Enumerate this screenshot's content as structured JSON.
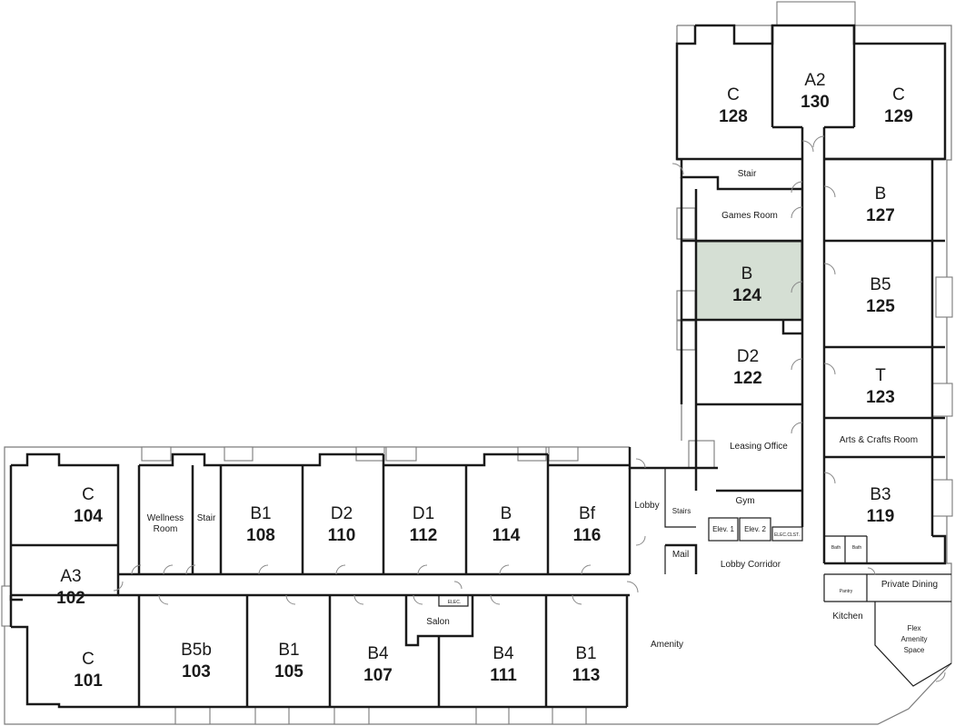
{
  "colors": {
    "wall": "#1a1a1a",
    "shell": "#7a7a7a",
    "highlight": "#d5dfd4",
    "background": "#ffffff"
  },
  "highlighted_unit": "124",
  "units": [
    {
      "id": "u128",
      "type": "C",
      "number": "128"
    },
    {
      "id": "u130",
      "type": "A2",
      "number": "130"
    },
    {
      "id": "u129",
      "type": "C",
      "number": "129"
    },
    {
      "id": "u127",
      "type": "B",
      "number": "127"
    },
    {
      "id": "u124",
      "type": "B",
      "number": "124"
    },
    {
      "id": "u125",
      "type": "B5",
      "number": "125"
    },
    {
      "id": "u122",
      "type": "D2",
      "number": "122"
    },
    {
      "id": "u123",
      "type": "T",
      "number": "123"
    },
    {
      "id": "u119",
      "type": "B3",
      "number": "119"
    },
    {
      "id": "u104",
      "type": "C",
      "number": "104"
    },
    {
      "id": "u108",
      "type": "B1",
      "number": "108"
    },
    {
      "id": "u110",
      "type": "D2",
      "number": "110"
    },
    {
      "id": "u112",
      "type": "D1",
      "number": "112"
    },
    {
      "id": "u114",
      "type": "B",
      "number": "114"
    },
    {
      "id": "u116",
      "type": "Bf",
      "number": "116"
    },
    {
      "id": "u102",
      "type": "A3",
      "number": "102"
    },
    {
      "id": "u101",
      "type": "C",
      "number": "101"
    },
    {
      "id": "u103",
      "type": "B5b",
      "number": "103"
    },
    {
      "id": "u105",
      "type": "B1",
      "number": "105"
    },
    {
      "id": "u107",
      "type": "B4",
      "number": "107"
    },
    {
      "id": "u111",
      "type": "B4",
      "number": "111"
    },
    {
      "id": "u113",
      "type": "B1",
      "number": "113"
    }
  ],
  "rooms": {
    "stair_north": "Stair",
    "games_room": "Games Room",
    "leasing_office": "Leasing Office",
    "gym": "Gym",
    "elev1": "Elev. 1",
    "elev2": "Elev. 2",
    "elec_clst": "ELEC.CLST.",
    "lobby_corridor": "Lobby Corridor",
    "mail": "Mail",
    "stairs": "Stairs",
    "lobby": "Lobby",
    "arts_crafts": "Arts & Crafts Room",
    "bath1": "Bath",
    "bath2": "Bath",
    "pantry": "Pantry",
    "private_dining": "Private Dining",
    "kitchen": "Kitchen",
    "flex_line1": "Flex",
    "flex_line2": "Amenity",
    "flex_line3": "Space",
    "wellness_line1": "Wellness",
    "wellness_line2": "Room",
    "stair_west": "Stair",
    "salon": "Salon",
    "elec": "ELEC.",
    "amenity": "Amenity"
  }
}
